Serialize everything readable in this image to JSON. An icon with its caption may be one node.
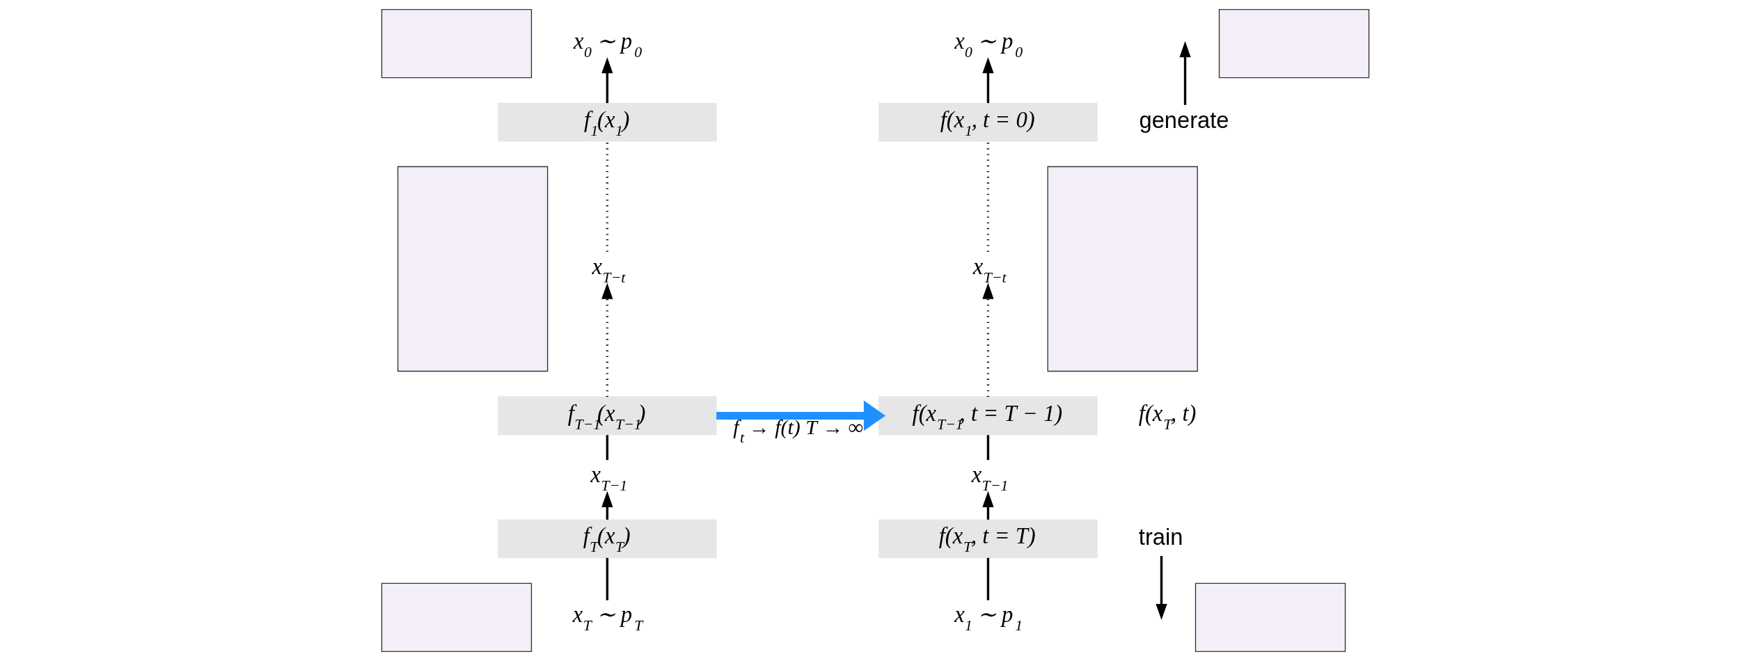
{
  "diagram": {
    "nodes": [
      {
        "text": [],
        "shape": "box"
      },
      {
        "text": [],
        "shape": "box"
      },
      {
        "text": [],
        "shape": "box"
      },
      {
        "text": [
          "x$_{0}$ ∼ p$_{0}$"
        ]
      },
      {
        "text": [
          "f$_{1}$(x$_{1}$)"
        ]
      },
      {
        "text": [
          "x$_{T−t}$"
        ]
      },
      {
        "text": [
          "f$_{T−1}$(x$_{T−1}$)"
        ]
      },
      {
        "text": [
          "x$_{T−1}$"
        ]
      },
      {
        "text": [
          "f$_{T}$(x$_{T}$)"
        ]
      },
      {
        "text": [
          "x$_{T}$ ∼ p$_{T}$"
        ]
      },
      {
        "text": [
          "generate"
        ]
      },
      {
        "text": [
          "train"
        ]
      },
      {
        "text": [
          "x$_{0}$ ∼ p$_{0}$"
        ]
      },
      {
        "text": [
          "f(x$_{1}$, t = 0)"
        ]
      },
      {
        "text": [
          "x$_{T−t}$"
        ]
      },
      {
        "text": [
          "f(x$_{T−1}$, t = T − 1)"
        ]
      },
      {
        "text": [
          "x$_{T−1}$"
        ]
      },
      {
        "text": [
          "f(x$_{T}$, t = T)"
        ]
      },
      {
        "text": [
          "x$_{1}$ ∼ p$_{1}$"
        ]
      },
      {
        "text": [],
        "shape": "box"
      },
      {
        "text": [],
        "shape": "box"
      },
      {
        "text": [],
        "shape": "box"
      }
    ],
    "edges": [
      {
        "from": 9,
        "to": 8,
        "arrow": "none"
      },
      {
        "from": 8,
        "to": 7,
        "arrow": "to"
      },
      {
        "from": 7,
        "to": 6,
        "arrow": "none"
      },
      {
        "from": 6,
        "to": 5,
        "arrow": "to",
        "style": "dashed"
      },
      {
        "from": 5,
        "to": 4,
        "arrow": "none",
        "style": "dashed"
      },
      {
        "from": 4,
        "to": 3,
        "arrow": "to"
      },
      {
        "from": 10,
        "to": null,
        "arrow": "to"
      },
      {
        "from": 6,
        "to": 15,
        "arrow": "to",
        "label": "f$_{t}$ → f(t) T → ∞",
        "style": "thick",
        "color": "#1e90ff"
      },
      {
        "from": 11,
        "to": null,
        "arrow": "to"
      },
      {
        "from": 18,
        "to": 17,
        "arrow": "none"
      },
      {
        "from": 17,
        "to": 16,
        "arrow": "to"
      },
      {
        "from": 16,
        "to": 15,
        "arrow": "none"
      },
      {
        "from": 15,
        "to": 14,
        "arrow": "to",
        "style": "dashed"
      },
      {
        "from": 14,
        "to": 13,
        "arrow": "none",
        "style": "dashed"
      },
      {
        "from": 13,
        "to": 12,
        "arrow": "to"
      }
    ],
    "labels": [
      "f(x$_{T}$, t)"
    ]
  }
}
